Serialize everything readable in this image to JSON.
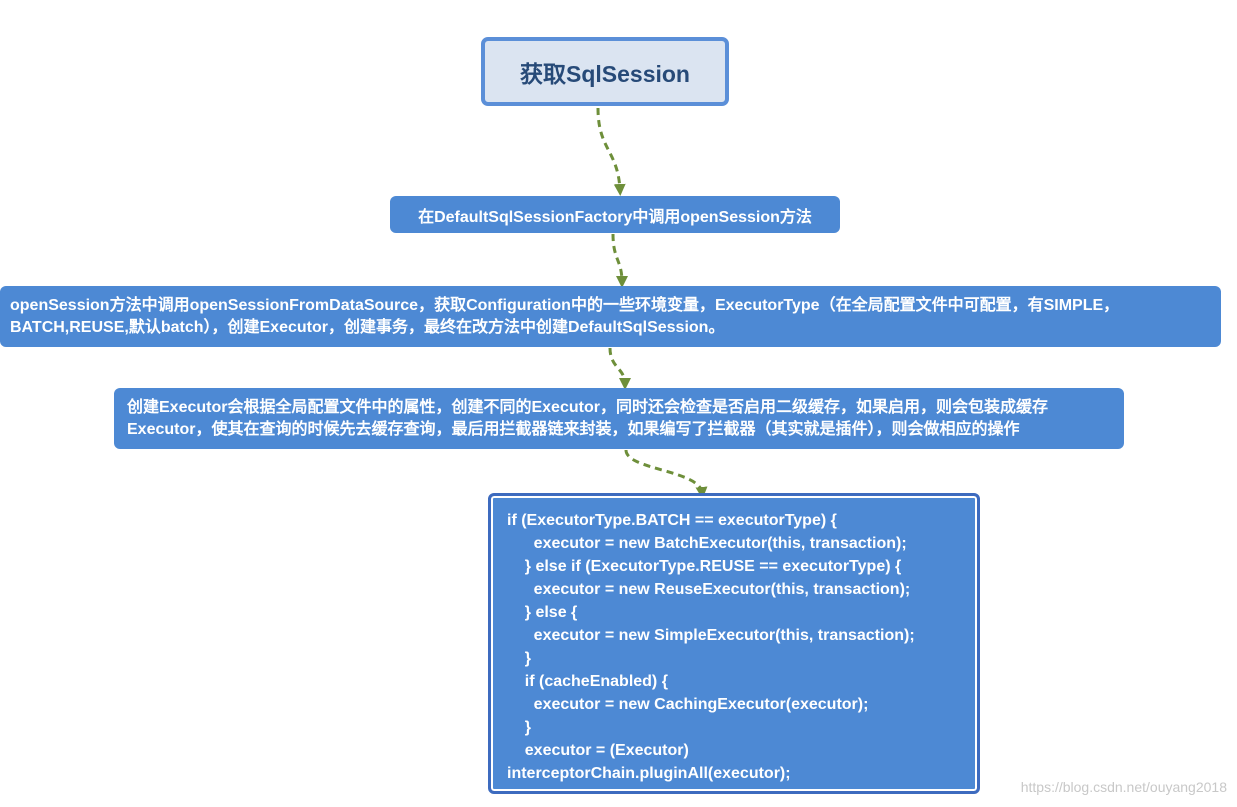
{
  "diagram": {
    "title": "获取SqlSession",
    "step1": "在DefaultSqlSessionFactory中调用openSession方法",
    "step2_lines": [
      "openSession方法中调用openSessionFromDataSource，获取Configuration中的一些环境变量，ExecutorType（在全局配置文件中可配置，有SIMPLE，",
      "BATCH,REUSE,默认batch），创建Executor，创建事务，最终在改方法中创建DefaultSqlSession。"
    ],
    "step3_lines": [
      "创建Executor会根据全局配置文件中的属性，创建不同的Executor，同时还会检查是否启用二级缓存，如果启用，则会包装成缓存",
      "Executor，使其在查询的时候先去缓存查询，最后用拦截器链来封装，如果编写了拦截器（其实就是插件），则会做相应的操作"
    ],
    "code_lines": [
      "if (ExecutorType.BATCH == executorType) {",
      "      executor = new BatchExecutor(this, transaction);",
      "    } else if (ExecutorType.REUSE == executorType) {",
      "      executor = new ReuseExecutor(this, transaction);",
      "    } else {",
      "      executor = new SimpleExecutor(this, transaction);",
      "    }",
      "    if (cacheEnabled) {",
      "      executor = new CachingExecutor(executor);",
      "    }",
      "    executor = (Executor)",
      "interceptorChain.pluginAll(executor);"
    ]
  },
  "watermark": "https://blog.csdn.net/ouyang2018",
  "colors": {
    "node_fill": "#4d89d4",
    "title_fill": "#dbe4f1",
    "title_border": "#5b8fd8",
    "connector": "#6e8f3a"
  }
}
